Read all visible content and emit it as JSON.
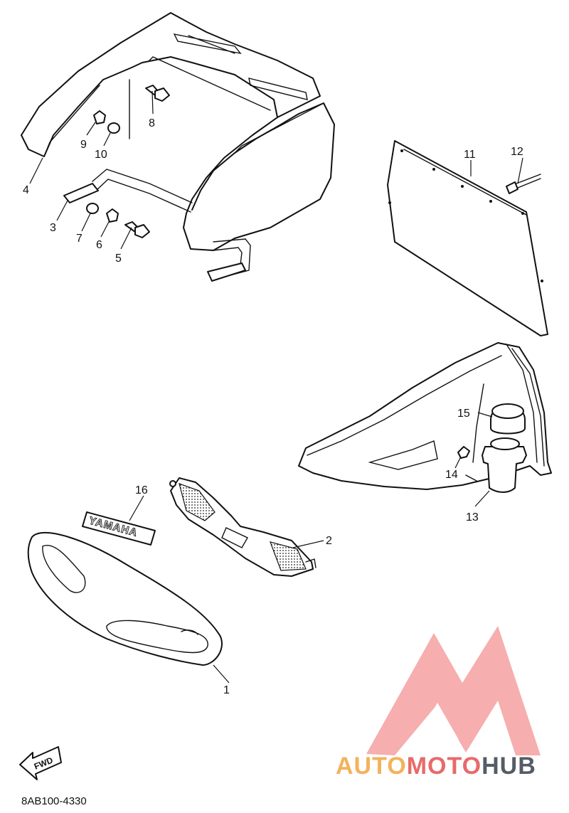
{
  "diagram": {
    "callouts": [
      "1",
      "2",
      "3",
      "4",
      "5",
      "6",
      "7",
      "8",
      "9",
      "10",
      "11",
      "12",
      "13",
      "14",
      "15",
      "16"
    ],
    "emblem_text": "YAMAHA",
    "direction_label": "FWD",
    "diagram_code": "8AB100-4330"
  },
  "watermark": {
    "part1": "AUTO",
    "part2": "MOTO",
    "part3": "HUB",
    "colors": {
      "auto": "#f3b25a",
      "moto": "#e86a6a",
      "hub": "#555c66",
      "triangle": "#f08a8a"
    }
  }
}
